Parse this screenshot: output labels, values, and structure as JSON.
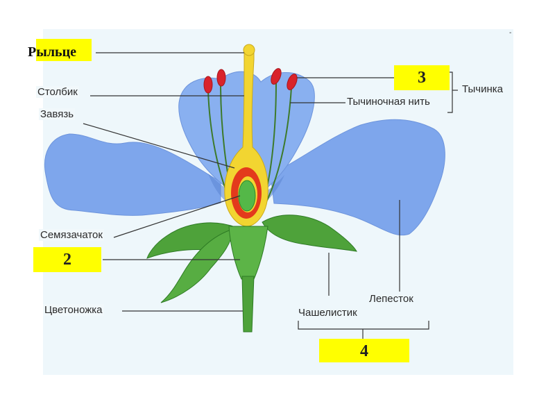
{
  "labels": {
    "stigma": "Рыльце",
    "style": "Столбик",
    "ovary": "Завязь",
    "ovule": "Семязачаток",
    "pedicel": "Цветоножка",
    "stamen": "Тычинка",
    "filament": "Тычиночная нить",
    "petal": "Лепесток",
    "sepal": "Чашелистик"
  },
  "boxes": {
    "box2": "2",
    "box3": "3",
    "box4": "4"
  },
  "colors": {
    "background_panel": "#eef7fb",
    "petal": "#7ea6ec",
    "petal_shadow": "#5f89d6",
    "sepal": "#4ea23a",
    "pistil": "#f2d531",
    "ovary_inner": "#e33a1c",
    "ovule": "#54b848",
    "anther": "#d9232b",
    "highlight_box": "#ffff00"
  }
}
